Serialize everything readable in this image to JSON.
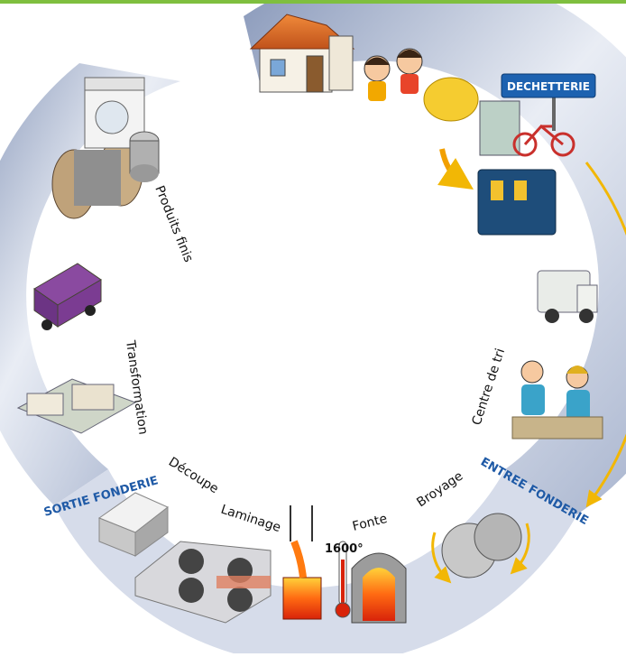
{
  "diagram": {
    "stages": {
      "produits_finis": "Produits finis",
      "transformation": "Transformation",
      "decoupe": "Découpe",
      "laminage": "Laminage",
      "fonte": "Fonte",
      "broyage": "Broyage",
      "centre_de_tri": "Centre de tri"
    },
    "section_labels": {
      "sortie_fonderie": "SORTIE FONDERIE",
      "entree_fonderie": "ENTREE FONDERIE"
    },
    "signs": {
      "dechetterie": "DECHETTERIE"
    },
    "thermometer_reading": "1600°",
    "colors": {
      "ring_light": "#e4e8f2",
      "ring_dark": "#8c9cbc",
      "label_blue": "#1f5aa6",
      "arrow_yellow": "#f2b705",
      "sign_blue": "#1d62b0"
    }
  }
}
